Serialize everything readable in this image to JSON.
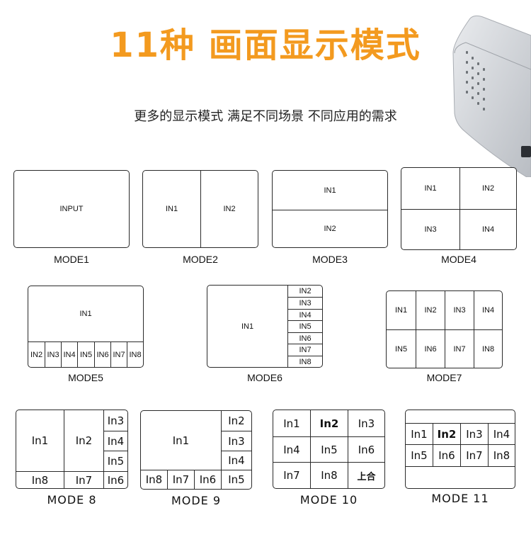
{
  "title": "11种 画面显示模式",
  "subtitle": "更多的显示模式 满足不同场景 不同应用的需求",
  "modes": [
    {
      "caption": "MODE1",
      "cells": [
        "INPUT"
      ]
    },
    {
      "caption": "MODE2",
      "cells": [
        "IN1",
        "IN2"
      ]
    },
    {
      "caption": "MODE3",
      "cells": [
        "IN1",
        "IN2"
      ]
    },
    {
      "caption": "MODE4",
      "cells": [
        "IN1",
        "IN2",
        "IN3",
        "IN4"
      ]
    },
    {
      "caption": "MODE5",
      "cells": [
        "IN1",
        "IN2",
        "IN3",
        "IN4",
        "IN5",
        "IN6",
        "IN7",
        "IN8"
      ]
    },
    {
      "caption": "MODE6",
      "cells": [
        "IN1",
        "IN2",
        "IN3",
        "IN4",
        "IN5",
        "IN6",
        "IN7",
        "IN8"
      ]
    },
    {
      "caption": "MODE7",
      "cells": [
        "IN1",
        "IN2",
        "IN3",
        "IN4",
        "IN5",
        "IN6",
        "IN7",
        "IN8"
      ]
    },
    {
      "caption": "MODE 8",
      "cells": [
        "In1",
        "In2",
        "In3",
        "In4",
        "In5",
        "In8",
        "In7",
        "In6"
      ]
    },
    {
      "caption": "MODE 9",
      "cells": [
        "In1",
        "In2",
        "In3",
        "In4",
        "In8",
        "In7",
        "In6",
        "In5"
      ]
    },
    {
      "caption": "MODE 10",
      "cells": [
        "In1",
        "In2",
        "In3",
        "In4",
        "In5",
        "In6",
        "In7",
        "In8",
        "上合"
      ]
    },
    {
      "caption": "MODE 11",
      "cells": [
        "In1",
        "In2",
        "In3",
        "In4",
        "In5",
        "In6",
        "In7",
        "In8"
      ]
    }
  ],
  "colors": {
    "accent": "#f39a1f",
    "border": "#2a2a2a",
    "device": "#c9ccd1"
  }
}
